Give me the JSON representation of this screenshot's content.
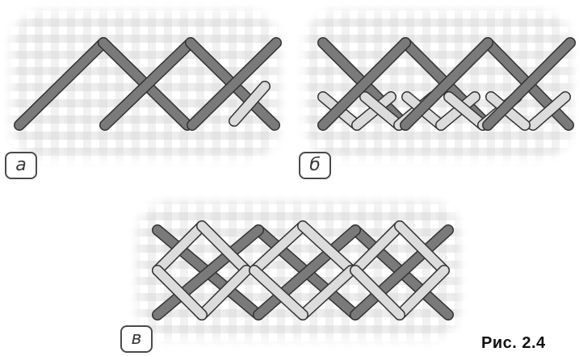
{
  "panels": [
    {
      "label": "а",
      "stitch": "zigzag-start"
    },
    {
      "label": "б",
      "stitch": "zigzag-double"
    },
    {
      "label": "в",
      "stitch": "lattice-complete"
    }
  ],
  "caption": "Рис. 2.4",
  "colors": {
    "dark_stitch": "#7a7a7a",
    "light_stitch": "#dcdcdc",
    "stitch_outline": "#333333",
    "canvas_thread": "#ececec",
    "canvas_gap": "#ffffff"
  }
}
